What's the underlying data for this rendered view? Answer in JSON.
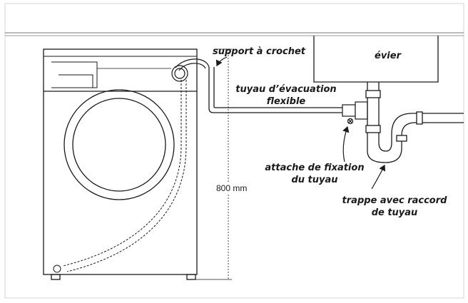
{
  "labels": {
    "hook_support": "support à crochet",
    "sink": "évier",
    "drain_hose_line1": "tuyau d’évacuation",
    "drain_hose_line2": "flexible",
    "clip_line1": "attache de fixation",
    "clip_line2": "du tuyau",
    "trap_line1": "trappe avec raccord",
    "trap_line2": "de tuyau",
    "height": "800 mm"
  },
  "colors": {
    "line": "#1a1a1a",
    "frame": "#d0d0d0"
  }
}
